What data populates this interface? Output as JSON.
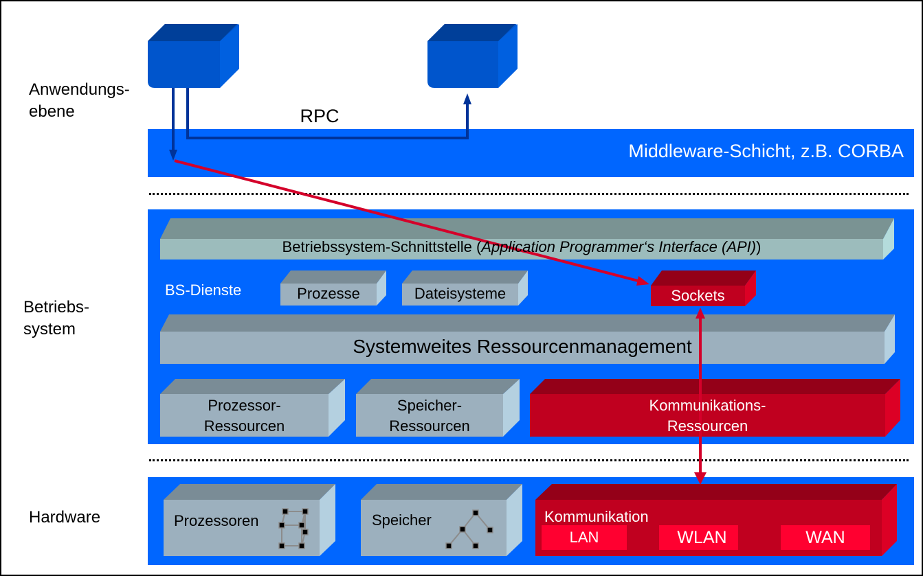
{
  "layers": {
    "application": "Anwendungs-\nebene",
    "os": "Betriebs-\nsystem",
    "hardware": "Hardware"
  },
  "rpc_label": "RPC",
  "middleware_label": "Middleware-Schicht, z.B. CORBA",
  "os_layer": {
    "api_label_prefix": "Betriebssystem-Schnittstelle (",
    "api_label_italic": "Application Programmer‘s Interface (API)",
    "api_label_suffix": ")",
    "services_label": "BS-Dienste",
    "services": [
      "Prozesse",
      "Dateisysteme"
    ],
    "sockets_label": "Sockets",
    "resource_mgmt_label": "Systemweites Ressourcenmanagement",
    "resources": [
      {
        "line1": "Prozessor-",
        "line2": "Ressourcen"
      },
      {
        "line1": "Speicher-",
        "line2": "Ressourcen"
      },
      {
        "line1": "Kommunikations-",
        "line2": "Ressourcen"
      }
    ]
  },
  "hardware_layer": {
    "processors_label": "Prozessoren",
    "memory_label": "Speicher",
    "communication_label": "Kommunikation",
    "networks": [
      "LAN",
      "WLAN",
      "WAN"
    ]
  },
  "colors": {
    "band_blue": "#0066ff",
    "app_box_blue": "#0055cc",
    "arrow_dark_blue": "#003399",
    "accent_red": "#c0001f",
    "grey_box": "#9cb0be",
    "api_box": "#9cbcbc"
  }
}
